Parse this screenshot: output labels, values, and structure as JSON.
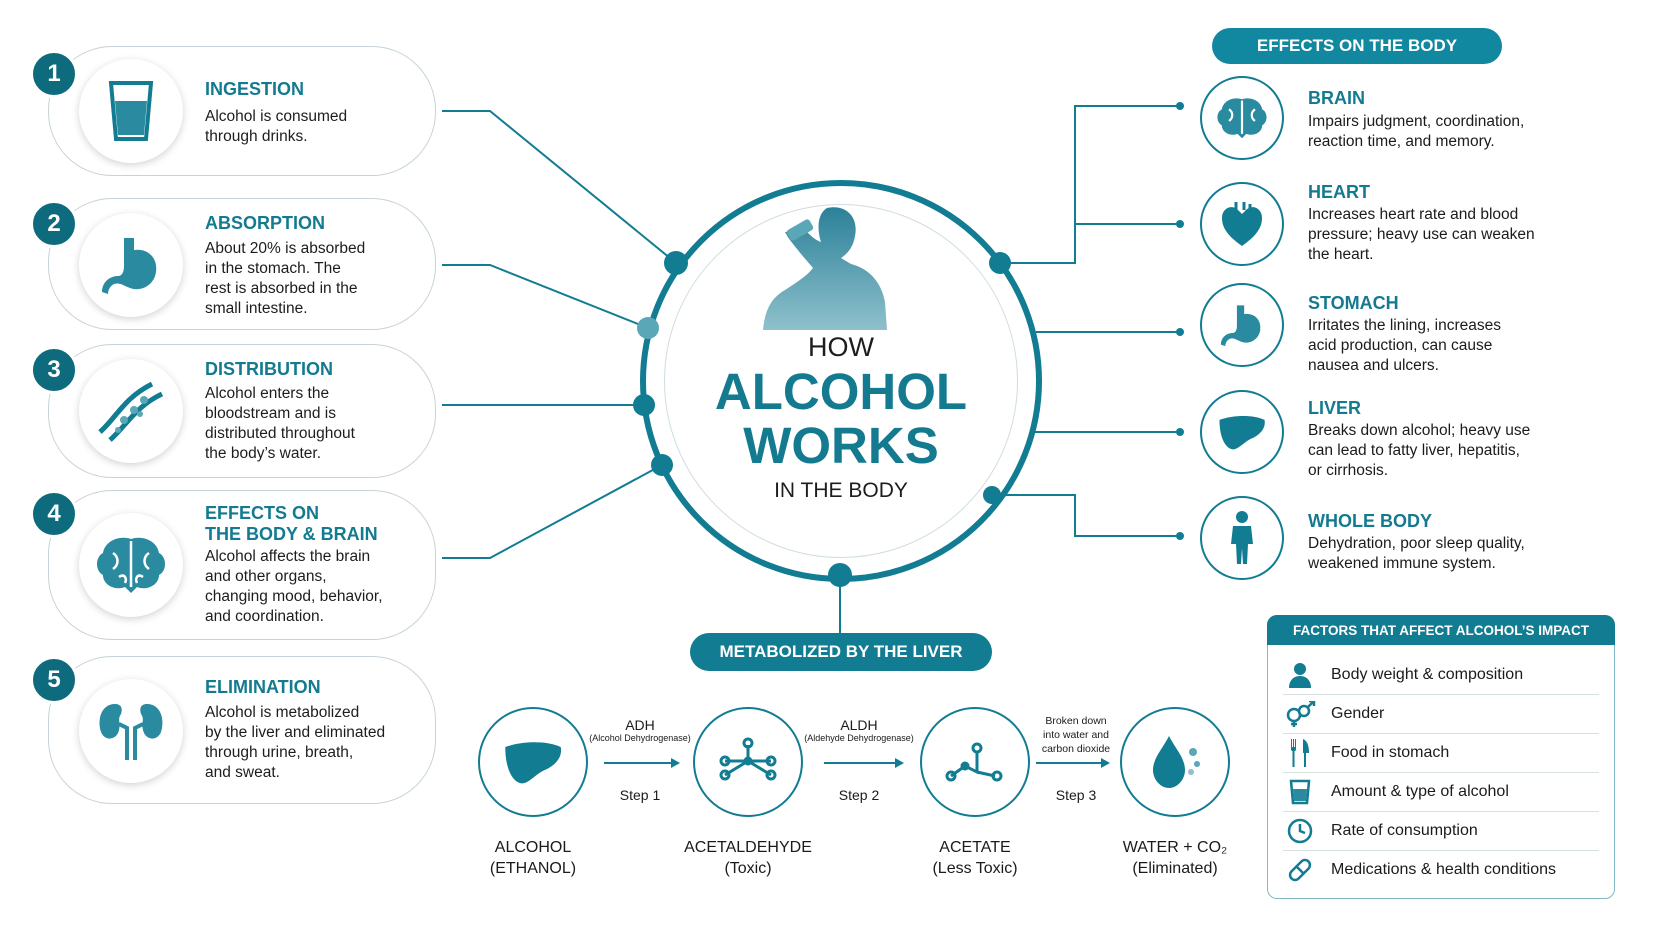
{
  "colors": {
    "primary": "#127c92",
    "title_teal": "#137a90"
  },
  "center": {
    "line1": "HOW",
    "line2": "ALCOHOL",
    "line3": "WORKS",
    "line4": "IN THE BODY"
  },
  "steps": [
    {
      "num": "1",
      "title": "INGESTION",
      "desc": [
        "Alcohol is consumed",
        "through drinks."
      ],
      "icon": "glass-icon"
    },
    {
      "num": "2",
      "title": "ABSORPTION",
      "desc": [
        "About 20% is absorbed",
        "in the stomach. The",
        "rest is absorbed in the",
        "small intestine."
      ],
      "icon": "stomach-icon"
    },
    {
      "num": "3",
      "title": "DISTRIBUTION",
      "desc": [
        "Alcohol enters the",
        "bloodstream and is",
        "distributed throughout",
        "the body’s water."
      ],
      "icon": "blood-vessel-icon"
    },
    {
      "num": "4",
      "title": [
        "EFFECTS ON",
        "THE BODY & BRAIN"
      ],
      "desc": [
        "Alcohol affects the brain",
        "and other organs,",
        "changing mood, behavior,",
        "and coordination."
      ],
      "icon": "brain-icon"
    },
    {
      "num": "5",
      "title": "ELIMINATION",
      "desc": [
        "Alcohol is metabolized",
        "by the liver and eliminated",
        "through urine, breath,",
        "and sweat."
      ],
      "icon": "kidneys-icon"
    }
  ],
  "effects": {
    "heading": "EFFECTS ON THE BODY",
    "items": [
      {
        "title": "BRAIN",
        "desc": [
          "Impairs judgment, coordination,",
          "reaction time, and memory."
        ],
        "icon": "brain-icon"
      },
      {
        "title": "HEART",
        "desc": [
          "Increases heart rate and blood",
          "pressure; heavy use can weaken",
          "the heart."
        ],
        "icon": "heart-icon"
      },
      {
        "title": "STOMACH",
        "desc": [
          "Irritates the lining, increases",
          "acid production, can cause",
          "nausea and ulcers."
        ],
        "icon": "stomach-icon"
      },
      {
        "title": "LIVER",
        "desc": [
          "Breaks down alcohol; heavy use",
          "can lead to fatty liver, hepatitis,",
          "or cirrhosis."
        ],
        "icon": "liver-icon"
      },
      {
        "title": "WHOLE BODY",
        "desc": [
          "Dehydration, poor sleep quality,",
          "weakened immune system."
        ],
        "icon": "person-icon"
      }
    ]
  },
  "liver": {
    "heading": "METABOLIZED BY THE LIVER",
    "stages": [
      {
        "name": "ALCOHOL",
        "sub": "(ETHANOL)",
        "icon": "liver-icon"
      },
      {
        "name": "ACETALDEHYDE",
        "sub": "(Toxic)",
        "icon": "molecule-icon"
      },
      {
        "name": "ACETATE",
        "sub": "(Less Toxic)",
        "icon": "molecule-small-icon"
      },
      {
        "name": "WATER + CO₂",
        "sub": "(Eliminated)",
        "icon": "water-drop-icon"
      }
    ],
    "transitions": [
      {
        "enzyme": "ADH",
        "detail": "(Alcohol Dehydrogenase)",
        "step": "Step 1"
      },
      {
        "enzyme": "ALDH",
        "detail": "(Aldehyde Dehydrogenase)",
        "step": "Step 2"
      },
      {
        "enzyme": "",
        "detail": [
          "Broken down",
          "into water and",
          "carbon dioxide"
        ],
        "step": "Step 3"
      }
    ]
  },
  "factors": {
    "heading": "FACTORS THAT AFFECT ALCOHOL’S IMPACT",
    "items": [
      {
        "label": "Body weight & composition",
        "icon": "person-icon"
      },
      {
        "label": "Gender",
        "icon": "gender-icon"
      },
      {
        "label": "Food in stomach",
        "icon": "fork-knife-icon"
      },
      {
        "label": "Amount & type of alcohol",
        "icon": "glass-icon"
      },
      {
        "label": "Rate of consumption",
        "icon": "clock-icon"
      },
      {
        "label": "Medications & health conditions",
        "icon": "pill-icon"
      }
    ]
  }
}
